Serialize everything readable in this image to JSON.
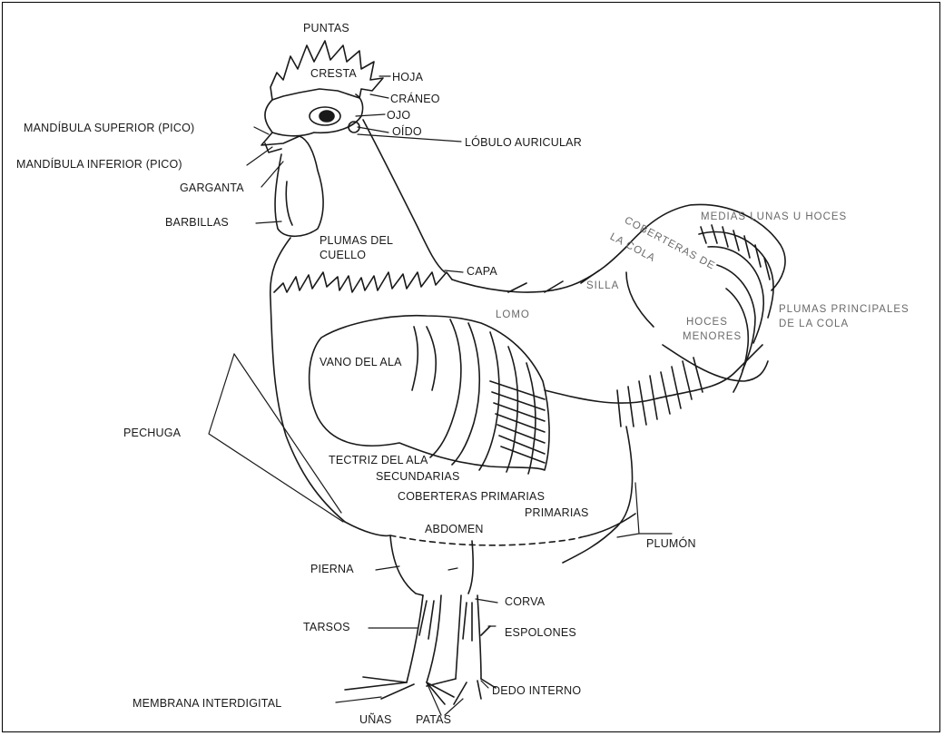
{
  "labels": {
    "puntas": "PUNTAS",
    "cresta": "CRESTA",
    "hoja": "HOJA",
    "craneo": "CRÁNEO",
    "ojo": "OJO",
    "oido": "OÍDO",
    "lobulo_auricular": "LÓBULO AURICULAR",
    "mandibula_superior": "MANDÍBULA SUPERIOR (PICO)",
    "mandibula_inferior": "MANDÍBULA INFERIOR (PICO)",
    "garganta": "GARGANTA",
    "barbillas": "BARBILLAS",
    "plumas_cuello_1": "PLUMAS DEL",
    "plumas_cuello_2": "CUELLO",
    "capa": "CAPA",
    "silla": "SILLA",
    "cobertera_cola_1": "COBERTERAS DE",
    "cobertera_cola_2": "LA COLA",
    "medias_lunas": "MEDIAS LUNAS U HOCES",
    "hoces_menores_1": "HOCES",
    "hoces_menores_2": "MENORES",
    "plumas_principales_1": "PLUMAS PRINCIPALES",
    "plumas_principales_2": "DE LA COLA",
    "lomo": "LOMO",
    "vano_del_ala": "VANO DEL ALA",
    "pechuga": "PECHUGA",
    "tectriz_del_ala": "TECTRIZ DEL ALA",
    "secundarias": "SECUNDARIAS",
    "coberteras_primarias": "COBERTERAS PRIMARIAS",
    "primarias": "PRIMARIAS",
    "abdomen": "ABDOMEN",
    "plumon": "PLUMÓN",
    "pierna": "PIERNA",
    "corva": "CORVA",
    "tarsos": "TARSOS",
    "espolones": "ESPOLONES",
    "membrana_interdigital": "MEMBRANA INTERDIGITAL",
    "dedo_interno": "DEDO INTERNO",
    "unas": "UÑAS",
    "patas": "PATAS"
  }
}
